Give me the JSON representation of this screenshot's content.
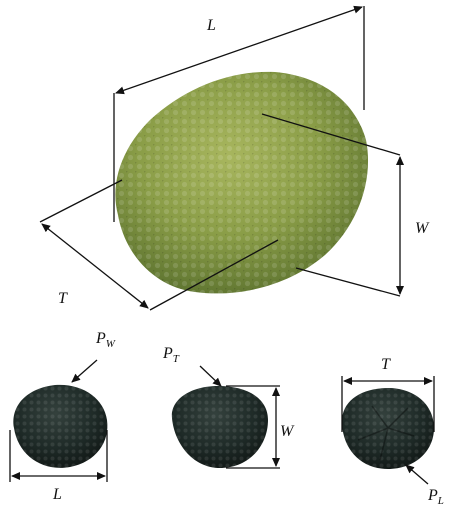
{
  "labels": {
    "top_length": "L",
    "top_width": "W",
    "top_thickness": "T",
    "pw_main": "P",
    "pw_sub": "W",
    "pt_main": "P",
    "pt_sub": "T",
    "side_width": "W",
    "bottom_thickness": "T",
    "bottom_length": "L",
    "pl_main": "P",
    "pl_sub": "L"
  },
  "colors": {
    "fresh_fruit": "#8aa04a",
    "dried_fruit": "#1c2724"
  }
}
